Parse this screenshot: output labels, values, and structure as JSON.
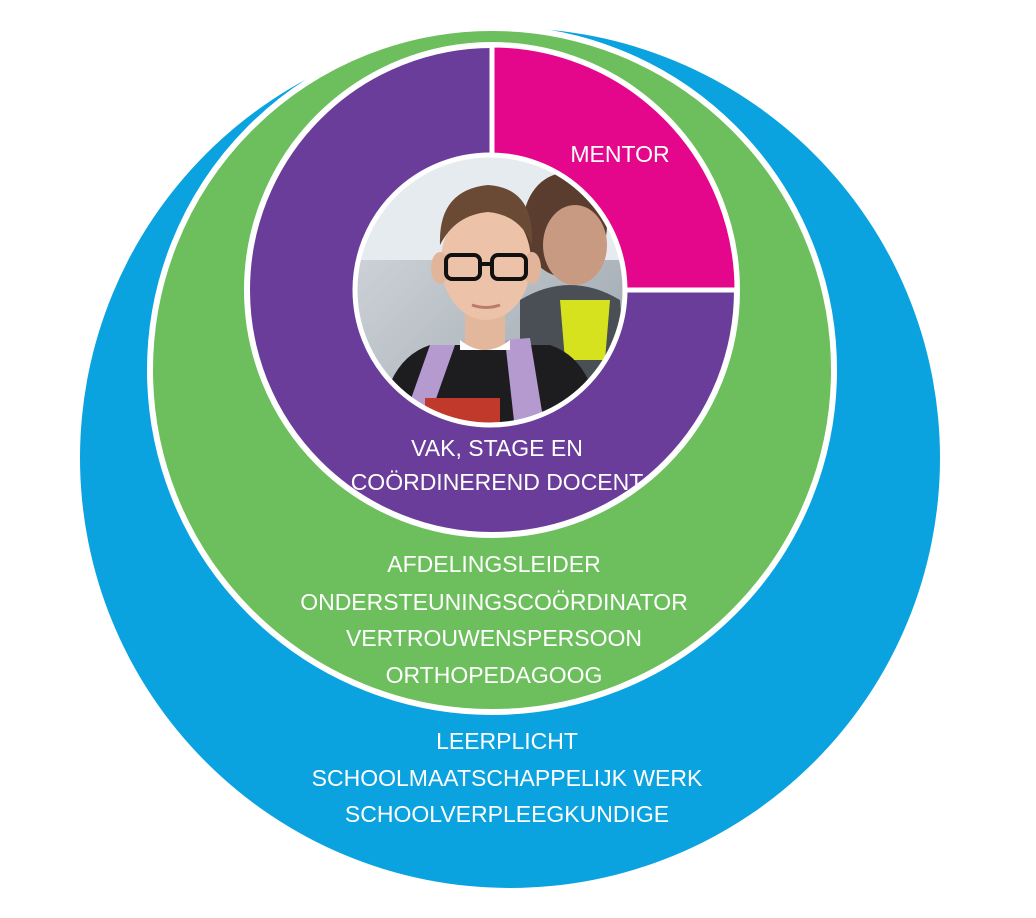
{
  "colors": {
    "blue": "#0aa3e0",
    "green": "#6cbf5c",
    "purple": "#6b3d9a",
    "magenta": "#e4078c",
    "white": "#ffffff"
  },
  "mentor": {
    "label": "MENTOR"
  },
  "teachers": {
    "line1": "VAK, STAGE EN",
    "line2": "COÖRDINEREND DOCENT"
  },
  "care_team": {
    "line1": "AFDELINGSLEIDER",
    "line2": "ONDERSTEUNINGSCOÖRDINATOR",
    "line3": "VERTROUWENSPERSOON",
    "line4": "ORTHOPEDAGOOG"
  },
  "external": {
    "line1": "LEERPLICHT",
    "line2": "SCHOOLMAATSCHAPPELIJK WERK",
    "line3": "SCHOOLVERPLEEGKUNDIGE"
  },
  "center": {
    "photo": "student-photo"
  }
}
